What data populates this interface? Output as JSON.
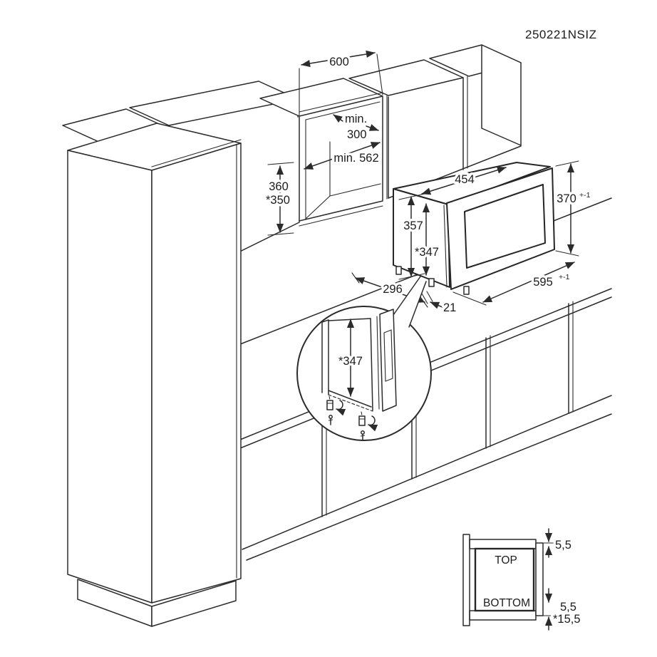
{
  "code": "250221NSIZ",
  "dims": {
    "cabinet_width": "600",
    "niche_min_line1": "min.",
    "niche_min_line2": "300",
    "niche_min_width": "min. 562",
    "niche_height": "360",
    "niche_height_alt": "*350",
    "oven_depth": "454",
    "oven_height": "357",
    "oven_height_alt": "*347",
    "front_height": "370",
    "front_height_tol": "+-1",
    "front_width": "595",
    "front_width_tol": "+-1",
    "body_depth": "296",
    "frame_overlap": "21",
    "detail_height": "*347"
  },
  "section": {
    "top": "TOP",
    "bottom": "BOTTOM",
    "gap_top": "5,5",
    "gap_bottom": "5,5",
    "gap_bottom_total": "*15,5"
  },
  "colors": {
    "line": "#2b2b2b",
    "background": "#ffffff"
  }
}
